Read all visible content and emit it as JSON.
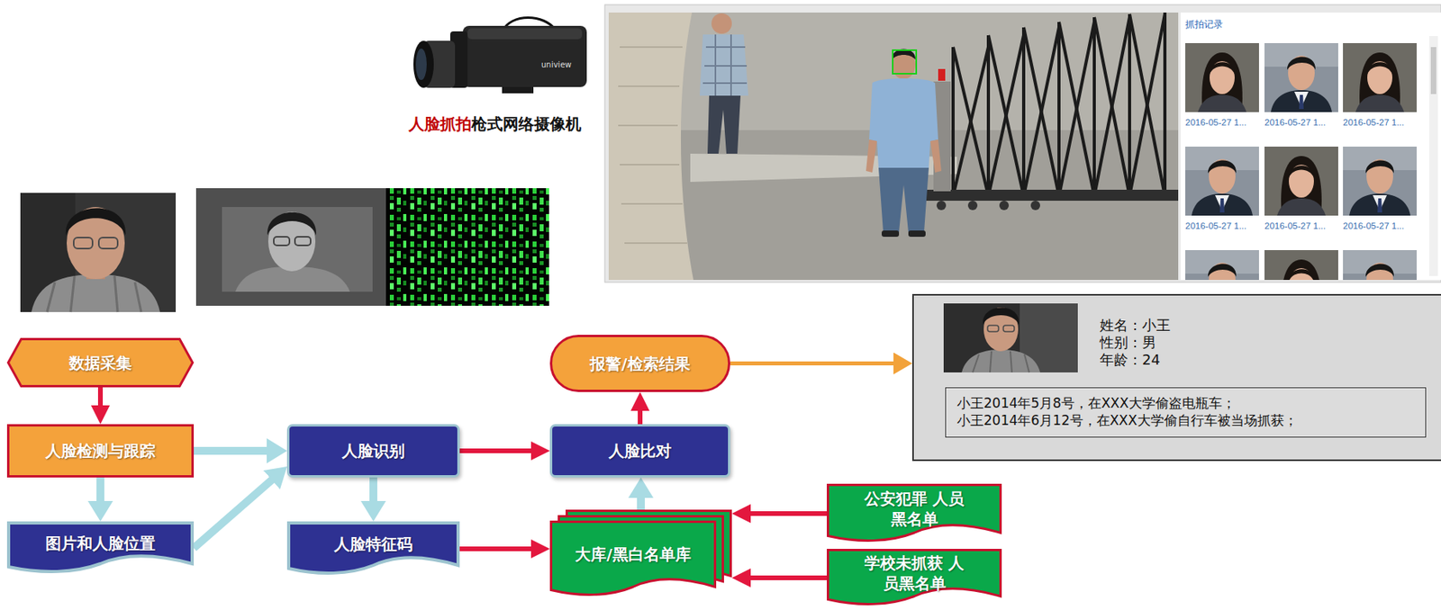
{
  "diagram": {
    "nodes": [
      {
        "text": [
          "数据采集"
        ]
      },
      {
        "text": [
          "人脸检测与跟踪"
        ]
      },
      {
        "text": [
          "图片和人脸位置"
        ]
      },
      {
        "text": [
          "人脸识别"
        ]
      },
      {
        "text": [
          "人脸特征码"
        ]
      },
      {
        "text": [
          "报警/检索结果"
        ]
      },
      {
        "text": [
          "人脸比对"
        ]
      },
      {
        "text": [
          "大库/黑白名单库"
        ]
      },
      {
        "text": [
          "公安犯罪 人员黑名单"
        ]
      },
      {
        "text": [
          "学校未抓获 人员黑名单"
        ]
      },
      {
        "text": [
          "姓名：小王",
          "性别：男",
          "年龄：24"
        ]
      },
      {
        "text": [
          "小王2014年5月8号，在XXX大学偷盗电瓶车；",
          "小王2014年6月12号，在XXX大学偷自行车被当场抓获；"
        ],
        "in": 10
      }
    ],
    "edges": [
      {
        "from": 0,
        "to": 1,
        "arrow": "to"
      },
      {
        "from": 1,
        "to": 2,
        "arrow": "to"
      },
      {
        "from": 1,
        "to": 3,
        "arrow": "to"
      },
      {
        "from": 2,
        "to": 3,
        "arrow": "to"
      },
      {
        "from": 3,
        "to": 4,
        "arrow": "to"
      },
      {
        "from": 3,
        "to": 6,
        "arrow": "to"
      },
      {
        "from": 4,
        "to": 7,
        "arrow": "to"
      },
      {
        "from": 7,
        "to": 6,
        "arrow": "to"
      },
      {
        "from": 6,
        "to": 5,
        "arrow": "to"
      },
      {
        "from": 5,
        "to": 10,
        "arrow": "to"
      },
      {
        "from": 8,
        "to": 7,
        "arrow": "to"
      },
      {
        "from": 9,
        "to": 7,
        "arrow": "to"
      }
    ],
    "labels": [
      "人脸抓拍",
      "枪式网络摄像机",
      "uniview",
      "抓拍记录",
      "2016-05-27 1...",
      "2016-05-27 1...",
      "2016-05-27 1...",
      "2016-05-27 1...",
      "2016-05-27 1...",
      "2016-05-27 1..."
    ]
  }
}
